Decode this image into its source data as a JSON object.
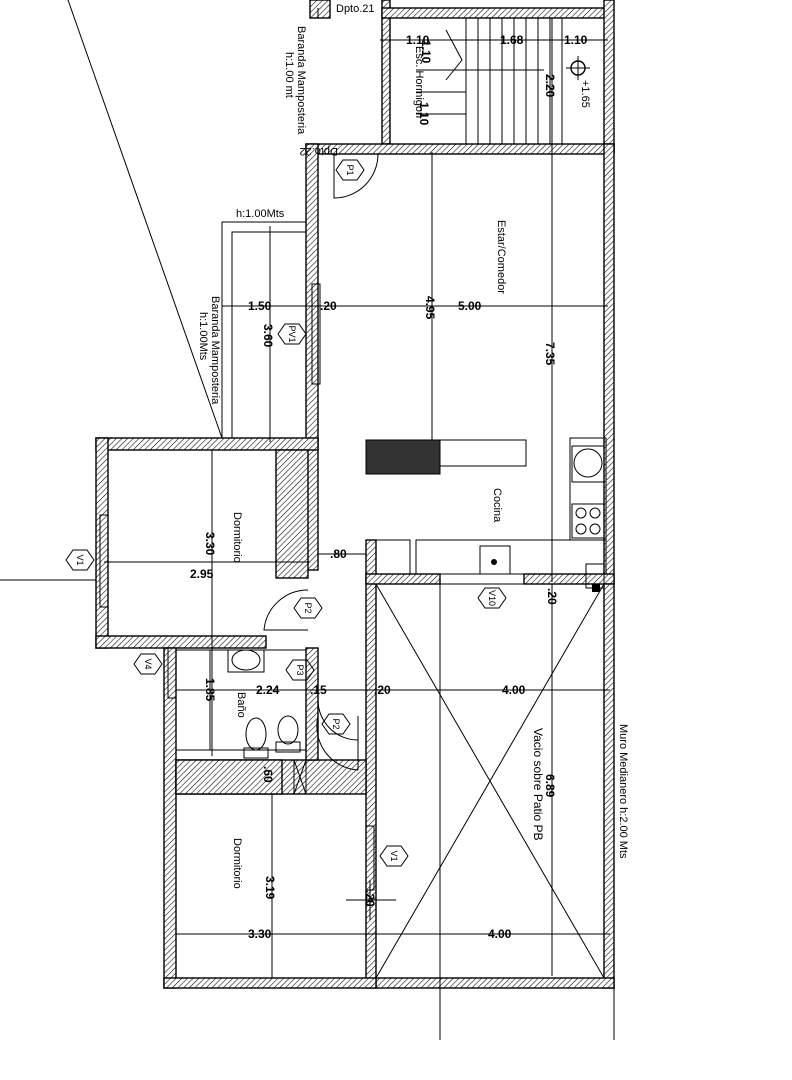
{
  "labels": {
    "dpto21": "Dpto.21",
    "dpto22": "Dpto.22",
    "escalera": "Esc. Hormigon",
    "baranda1": "Baranda Mamposteria",
    "baranda1h": "h:1.00 mt",
    "baranda2": "Baranda Mamposteria",
    "baranda2h": "h:1.00Mts",
    "baranda_top": "h:1.00Mts",
    "estar": "Estar/Comedor",
    "cocina": "Cocina",
    "dormitorio1": "Dormitorio",
    "dormitorio2": "Dormitorio",
    "bano": "Baño",
    "vacio": "Vacio sobre Patio PB",
    "muro": "Muro Medianero h:2.00 Mts",
    "nivel": "+1.65"
  },
  "tags": {
    "p1": "P1",
    "p2a": "P2",
    "p2b": "P2",
    "p3": "P3",
    "pv1": "PV1",
    "v1a": "V1",
    "v1b": "V1",
    "v4": "V4",
    "v10": "V10"
  },
  "dims": {
    "d110a": "1.10",
    "d168": "1.68",
    "d110b": "1.10",
    "d110c": "1.10",
    "d220": "2.20",
    "d110d": "1.10",
    "d150": "1.50",
    "d20a": ".20",
    "d500": "5.00",
    "d360": "3.60",
    "d495": "4.95",
    "d735": "7.35",
    "d330a": "3.30",
    "d295": "2.95",
    "d80": ".80",
    "d20b": ".20",
    "d185": "1.85",
    "d224": "2.24",
    "d15": ".15",
    "d20c": ".20",
    "d400a": "4.00",
    "d689": "6.89",
    "d60": ".60",
    "d319": "3.19",
    "d20d": ".20",
    "d330b": "3.30",
    "d400b": "4.00"
  }
}
